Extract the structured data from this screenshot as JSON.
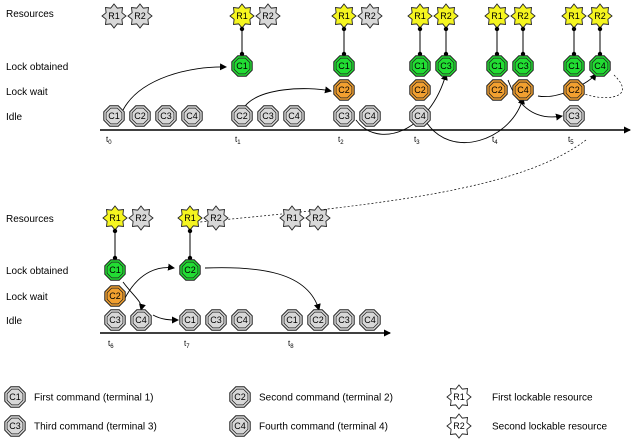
{
  "colors": {
    "gray": "#d8d8d8",
    "green": "#22dd33",
    "orange": "#f2a030",
    "yellow": "#f5f520",
    "ink": "#222222"
  },
  "rows_top": [
    "Resources",
    "Lock obtained",
    "Lock wait",
    "Idle"
  ],
  "rows_bottom": [
    "Resources",
    "Lock obtained",
    "Lock wait",
    "Idle"
  ],
  "times": [
    {
      "t": "t",
      "sub": "0"
    },
    {
      "t": "t",
      "sub": "1"
    },
    {
      "t": "t",
      "sub": "2"
    },
    {
      "t": "t",
      "sub": "3"
    },
    {
      "t": "t",
      "sub": "4"
    },
    {
      "t": "t",
      "sub": "5"
    },
    {
      "t": "t",
      "sub": "6"
    },
    {
      "t": "t",
      "sub": "7"
    },
    {
      "t": "t",
      "sub": "8"
    }
  ],
  "commands": [
    "C1",
    "C2",
    "C3",
    "C4"
  ],
  "resources": [
    "R1",
    "R2"
  ],
  "snapshots": [
    {
      "res": [
        {
          "id": "R1",
          "held": false
        },
        {
          "id": "R2",
          "held": false
        }
      ],
      "obtained": [],
      "wait": [],
      "idle": [
        "C1",
        "C2",
        "C3",
        "C4"
      ]
    },
    {
      "res": [
        {
          "id": "R1",
          "held": true
        },
        {
          "id": "R2",
          "held": false
        }
      ],
      "obtained": [
        "C1"
      ],
      "wait": [],
      "idle": [
        "C2",
        "C3",
        "C4"
      ]
    },
    {
      "res": [
        {
          "id": "R1",
          "held": true
        },
        {
          "id": "R2",
          "held": false
        }
      ],
      "obtained": [
        "C1"
      ],
      "wait": [
        "C2"
      ],
      "idle": [
        "C3",
        "C4"
      ]
    },
    {
      "res": [
        {
          "id": "R1",
          "held": true
        },
        {
          "id": "R2",
          "held": true
        }
      ],
      "obtained": [
        "C1",
        "C3"
      ],
      "wait": [
        "C2"
      ],
      "idle": [
        "C4"
      ]
    },
    {
      "res": [
        {
          "id": "R1",
          "held": true
        },
        {
          "id": "R2",
          "held": true
        }
      ],
      "obtained": [
        "C1",
        "C3"
      ],
      "wait": [
        "C2",
        "C4"
      ],
      "idle": []
    },
    {
      "res": [
        {
          "id": "R1",
          "held": true
        },
        {
          "id": "R2",
          "held": true
        }
      ],
      "obtained": [
        "C1",
        "C4"
      ],
      "wait": [
        "C2"
      ],
      "idle": [
        "C3"
      ]
    },
    {
      "res": [
        {
          "id": "R1",
          "held": true
        },
        {
          "id": "R2",
          "held": false
        }
      ],
      "obtained": [
        "C1"
      ],
      "wait": [
        "C2"
      ],
      "idle": [
        "C3",
        "C4"
      ]
    },
    {
      "res": [
        {
          "id": "R1",
          "held": true
        },
        {
          "id": "R2",
          "held": false
        }
      ],
      "obtained": [
        "C2"
      ],
      "wait": [],
      "idle": [
        "C1",
        "C3",
        "C4"
      ]
    },
    {
      "res": [
        {
          "id": "R1",
          "held": false
        },
        {
          "id": "R2",
          "held": false
        }
      ],
      "obtained": [],
      "wait": [],
      "idle": [
        "C1",
        "C2",
        "C3",
        "C4"
      ]
    }
  ],
  "legend": [
    {
      "icon": "C1",
      "kind": "command",
      "text": "First command (terminal 1)"
    },
    {
      "icon": "C2",
      "kind": "command",
      "text": "Second command (terminal 2)"
    },
    {
      "icon": "R1",
      "kind": "resource",
      "text": "First lockable resource"
    },
    {
      "icon": "C3",
      "kind": "command",
      "text": "Third command (terminal 3)"
    },
    {
      "icon": "C4",
      "kind": "command",
      "text": "Fourth command (terminal 4)"
    },
    {
      "icon": "R2",
      "kind": "resource",
      "text": "Second lockable resource"
    }
  ]
}
